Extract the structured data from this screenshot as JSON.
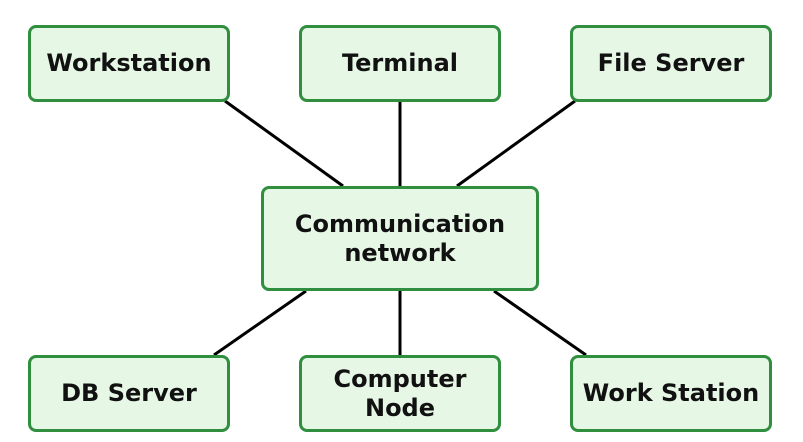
{
  "diagram": {
    "nodes": {
      "workstation": "Workstation",
      "terminal": "Terminal",
      "file_server": "File Server",
      "communication_network": "Communication\nnetwork",
      "db_server": "DB Server",
      "computer_node": "Computer\nNode",
      "work_station": "Work Station"
    },
    "edges": [
      [
        "Workstation",
        "Communication network"
      ],
      [
        "Terminal",
        "Communication network"
      ],
      [
        "File Server",
        "Communication network"
      ],
      [
        "DB Server",
        "Communication network"
      ],
      [
        "Computer Node",
        "Communication network"
      ],
      [
        "Work Station",
        "Communication network"
      ]
    ],
    "colors": {
      "node_fill": "#e6f7e6",
      "node_border": "#2f8f3f",
      "connector": "#000000",
      "text": "#111111"
    }
  }
}
